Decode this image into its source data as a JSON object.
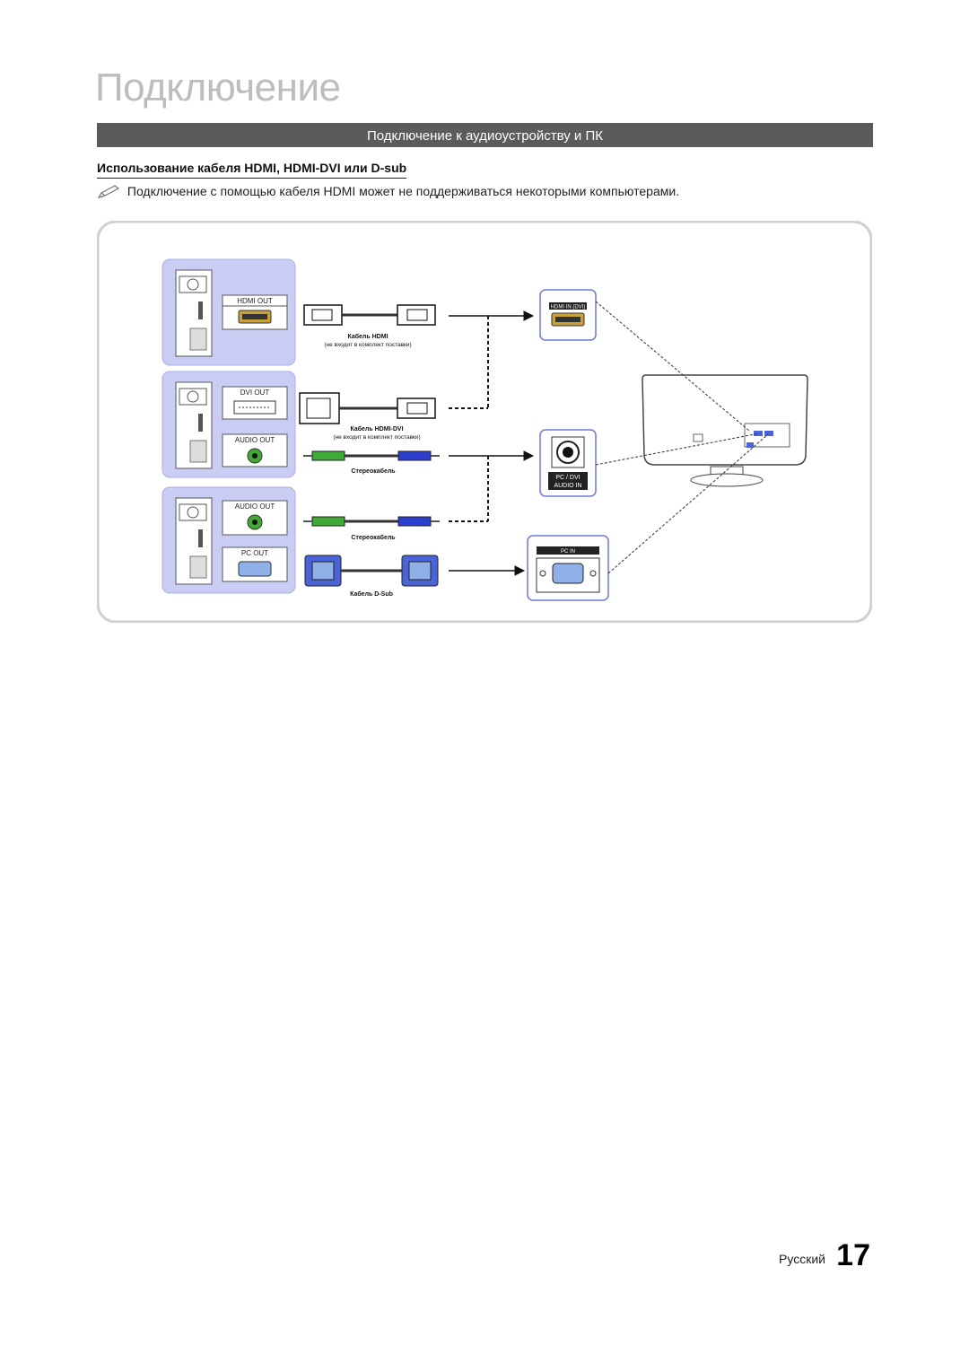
{
  "page": {
    "title": "Подключение",
    "section_title": "Подключение к аудиоустройству и ПК",
    "subheading": "Использование кабеля HDMI, HDMI-DVI или D-sub",
    "note": "Подключение с помощью кабеля HDMI может не поддерживаться некоторыми компьютерами."
  },
  "diagram": {
    "pc_ports": {
      "hdmi_out": "HDMI OUT",
      "dvi_out": "DVI OUT",
      "audio_out_1": "AUDIO OUT",
      "audio_out_2": "AUDIO OUT",
      "pc_out": "PC OUT"
    },
    "cables": {
      "hdmi": "Кабель HDMI",
      "hdmi_note": "(не входит в комплект поставки)",
      "hdmi_dvi": "Кабель HDMI-DVI",
      "hdmi_dvi_note": "(не входит в комплект поставки)",
      "stereo_1": "Стереокабель",
      "stereo_2": "Стереокабель",
      "dsub": "Кабель D-Sub"
    },
    "tv_ports": {
      "hdmi_in": "HDMI IN (DVI)",
      "pc_dvi": "PC / DVI",
      "audio_in": "AUDIO IN",
      "pc_in": "PC IN"
    },
    "colors": {
      "pc_panel": "#c9cdf3",
      "cable_green": "#3faa35",
      "cable_blue": "#2d3fcf",
      "dsub_blue": "#4a63d8",
      "port_frame": "#6a78d6"
    }
  },
  "footer": {
    "language": "Русский",
    "page_number": "17"
  }
}
